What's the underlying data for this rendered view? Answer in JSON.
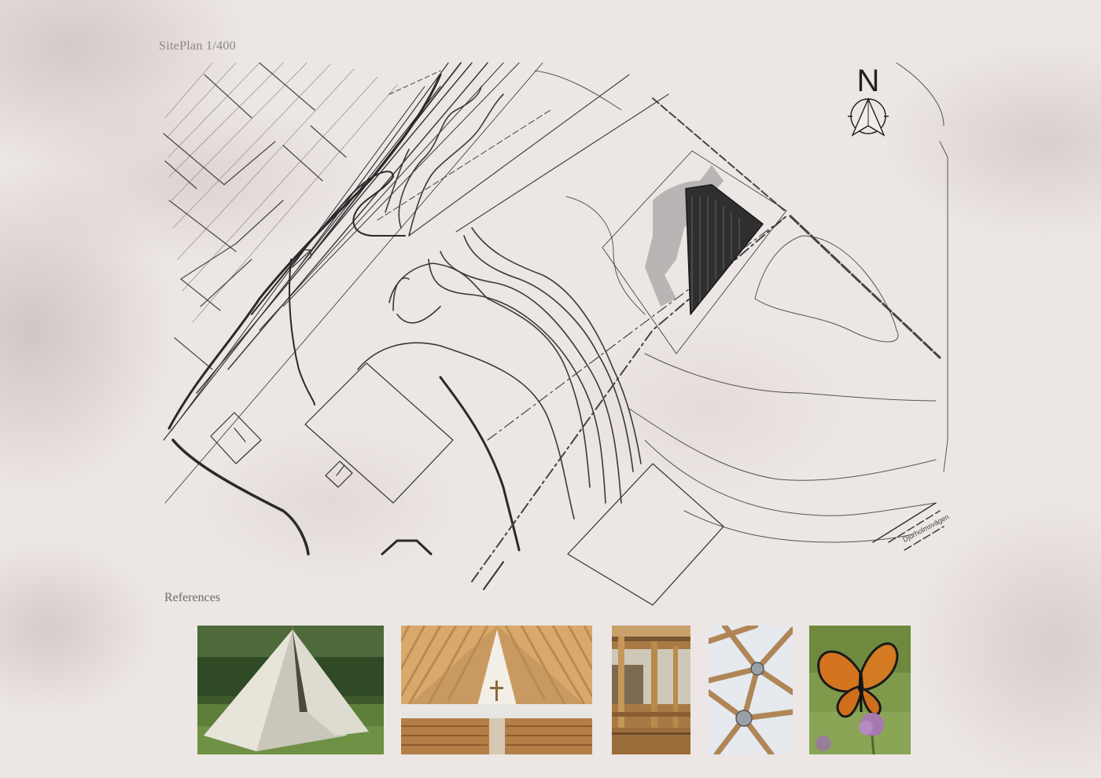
{
  "site_plan": {
    "title": "SitePlan 1/400",
    "north_label": "N",
    "street_label": "Djurholmsvägen"
  },
  "references": {
    "heading": "References",
    "images": [
      {
        "name": "ref-tent",
        "subject": "white-tipi-tent-on-grass"
      },
      {
        "name": "ref-church",
        "subject": "cardboard-tube-cathedral-interior"
      },
      {
        "name": "ref-colonnade",
        "subject": "timber-tube-colonnade"
      },
      {
        "name": "ref-joints",
        "subject": "geodesic-tube-joints"
      },
      {
        "name": "ref-butterfly",
        "subject": "butterfly-on-thistle"
      }
    ]
  },
  "colors": {
    "background": "#ece6e4",
    "line": "#2a2a2a",
    "text": "#7a7676"
  }
}
